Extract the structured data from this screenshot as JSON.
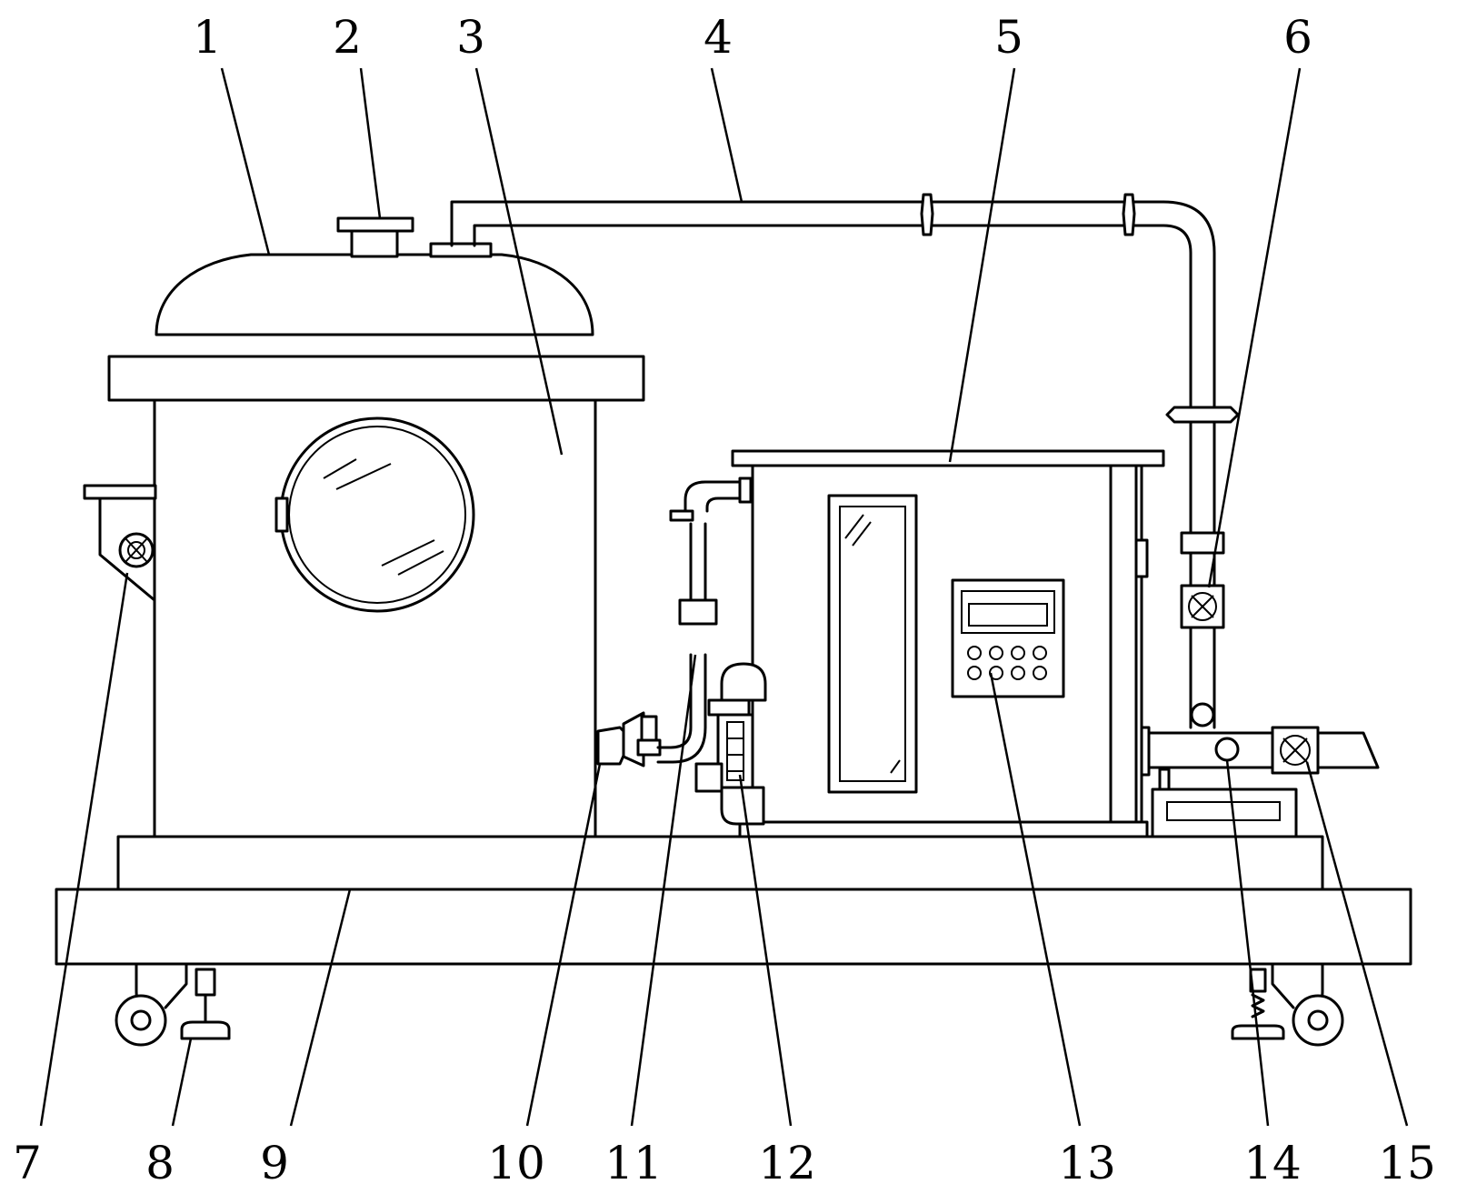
{
  "labels": [
    {
      "id": "1",
      "text": "1"
    },
    {
      "id": "2",
      "text": "2"
    },
    {
      "id": "3",
      "text": "3"
    },
    {
      "id": "4",
      "text": "4"
    },
    {
      "id": "5",
      "text": "5"
    },
    {
      "id": "6",
      "text": "6"
    },
    {
      "id": "7",
      "text": "7"
    },
    {
      "id": "8",
      "text": "8"
    },
    {
      "id": "9",
      "text": "9"
    },
    {
      "id": "10",
      "text": "10"
    },
    {
      "id": "11",
      "text": "11"
    },
    {
      "id": "12",
      "text": "12"
    },
    {
      "id": "13",
      "text": "13"
    },
    {
      "id": "14",
      "text": "14"
    },
    {
      "id": "15",
      "text": "15"
    }
  ]
}
